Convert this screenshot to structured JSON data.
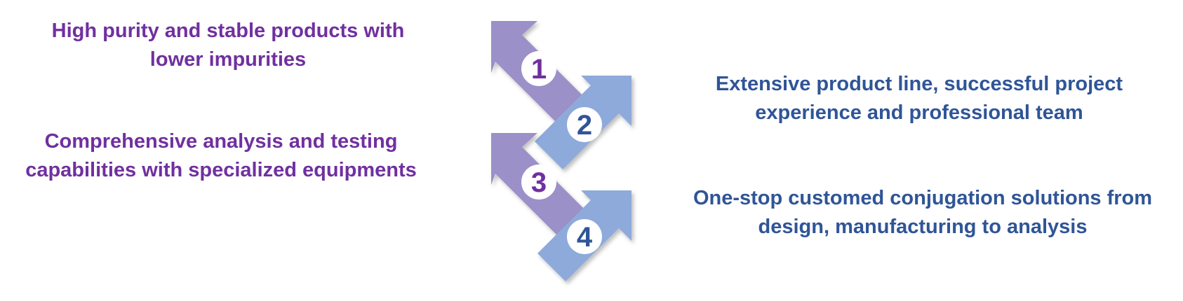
{
  "steps": [
    {
      "number": "1",
      "text": [
        "High purity and stable products with",
        "lower impurities"
      ],
      "color": "#7030a0",
      "arrow_color": "#9b90c8"
    },
    {
      "number": "2",
      "text": [
        "Extensive product line, successful project",
        "experience and professional team"
      ],
      "color": "#2f5597",
      "arrow_color": "#8eaadb"
    },
    {
      "number": "3",
      "text": [
        "Comprehensive analysis and testing",
        "capabilities with specialized equipments"
      ],
      "color": "#7030a0",
      "arrow_color": "#9b90c8"
    },
    {
      "number": "4",
      "text": [
        "One-stop customed conjugation solutions from",
        "design, manufacturing to analysis"
      ],
      "color": "#2f5597",
      "arrow_color": "#8eaadb"
    }
  ]
}
